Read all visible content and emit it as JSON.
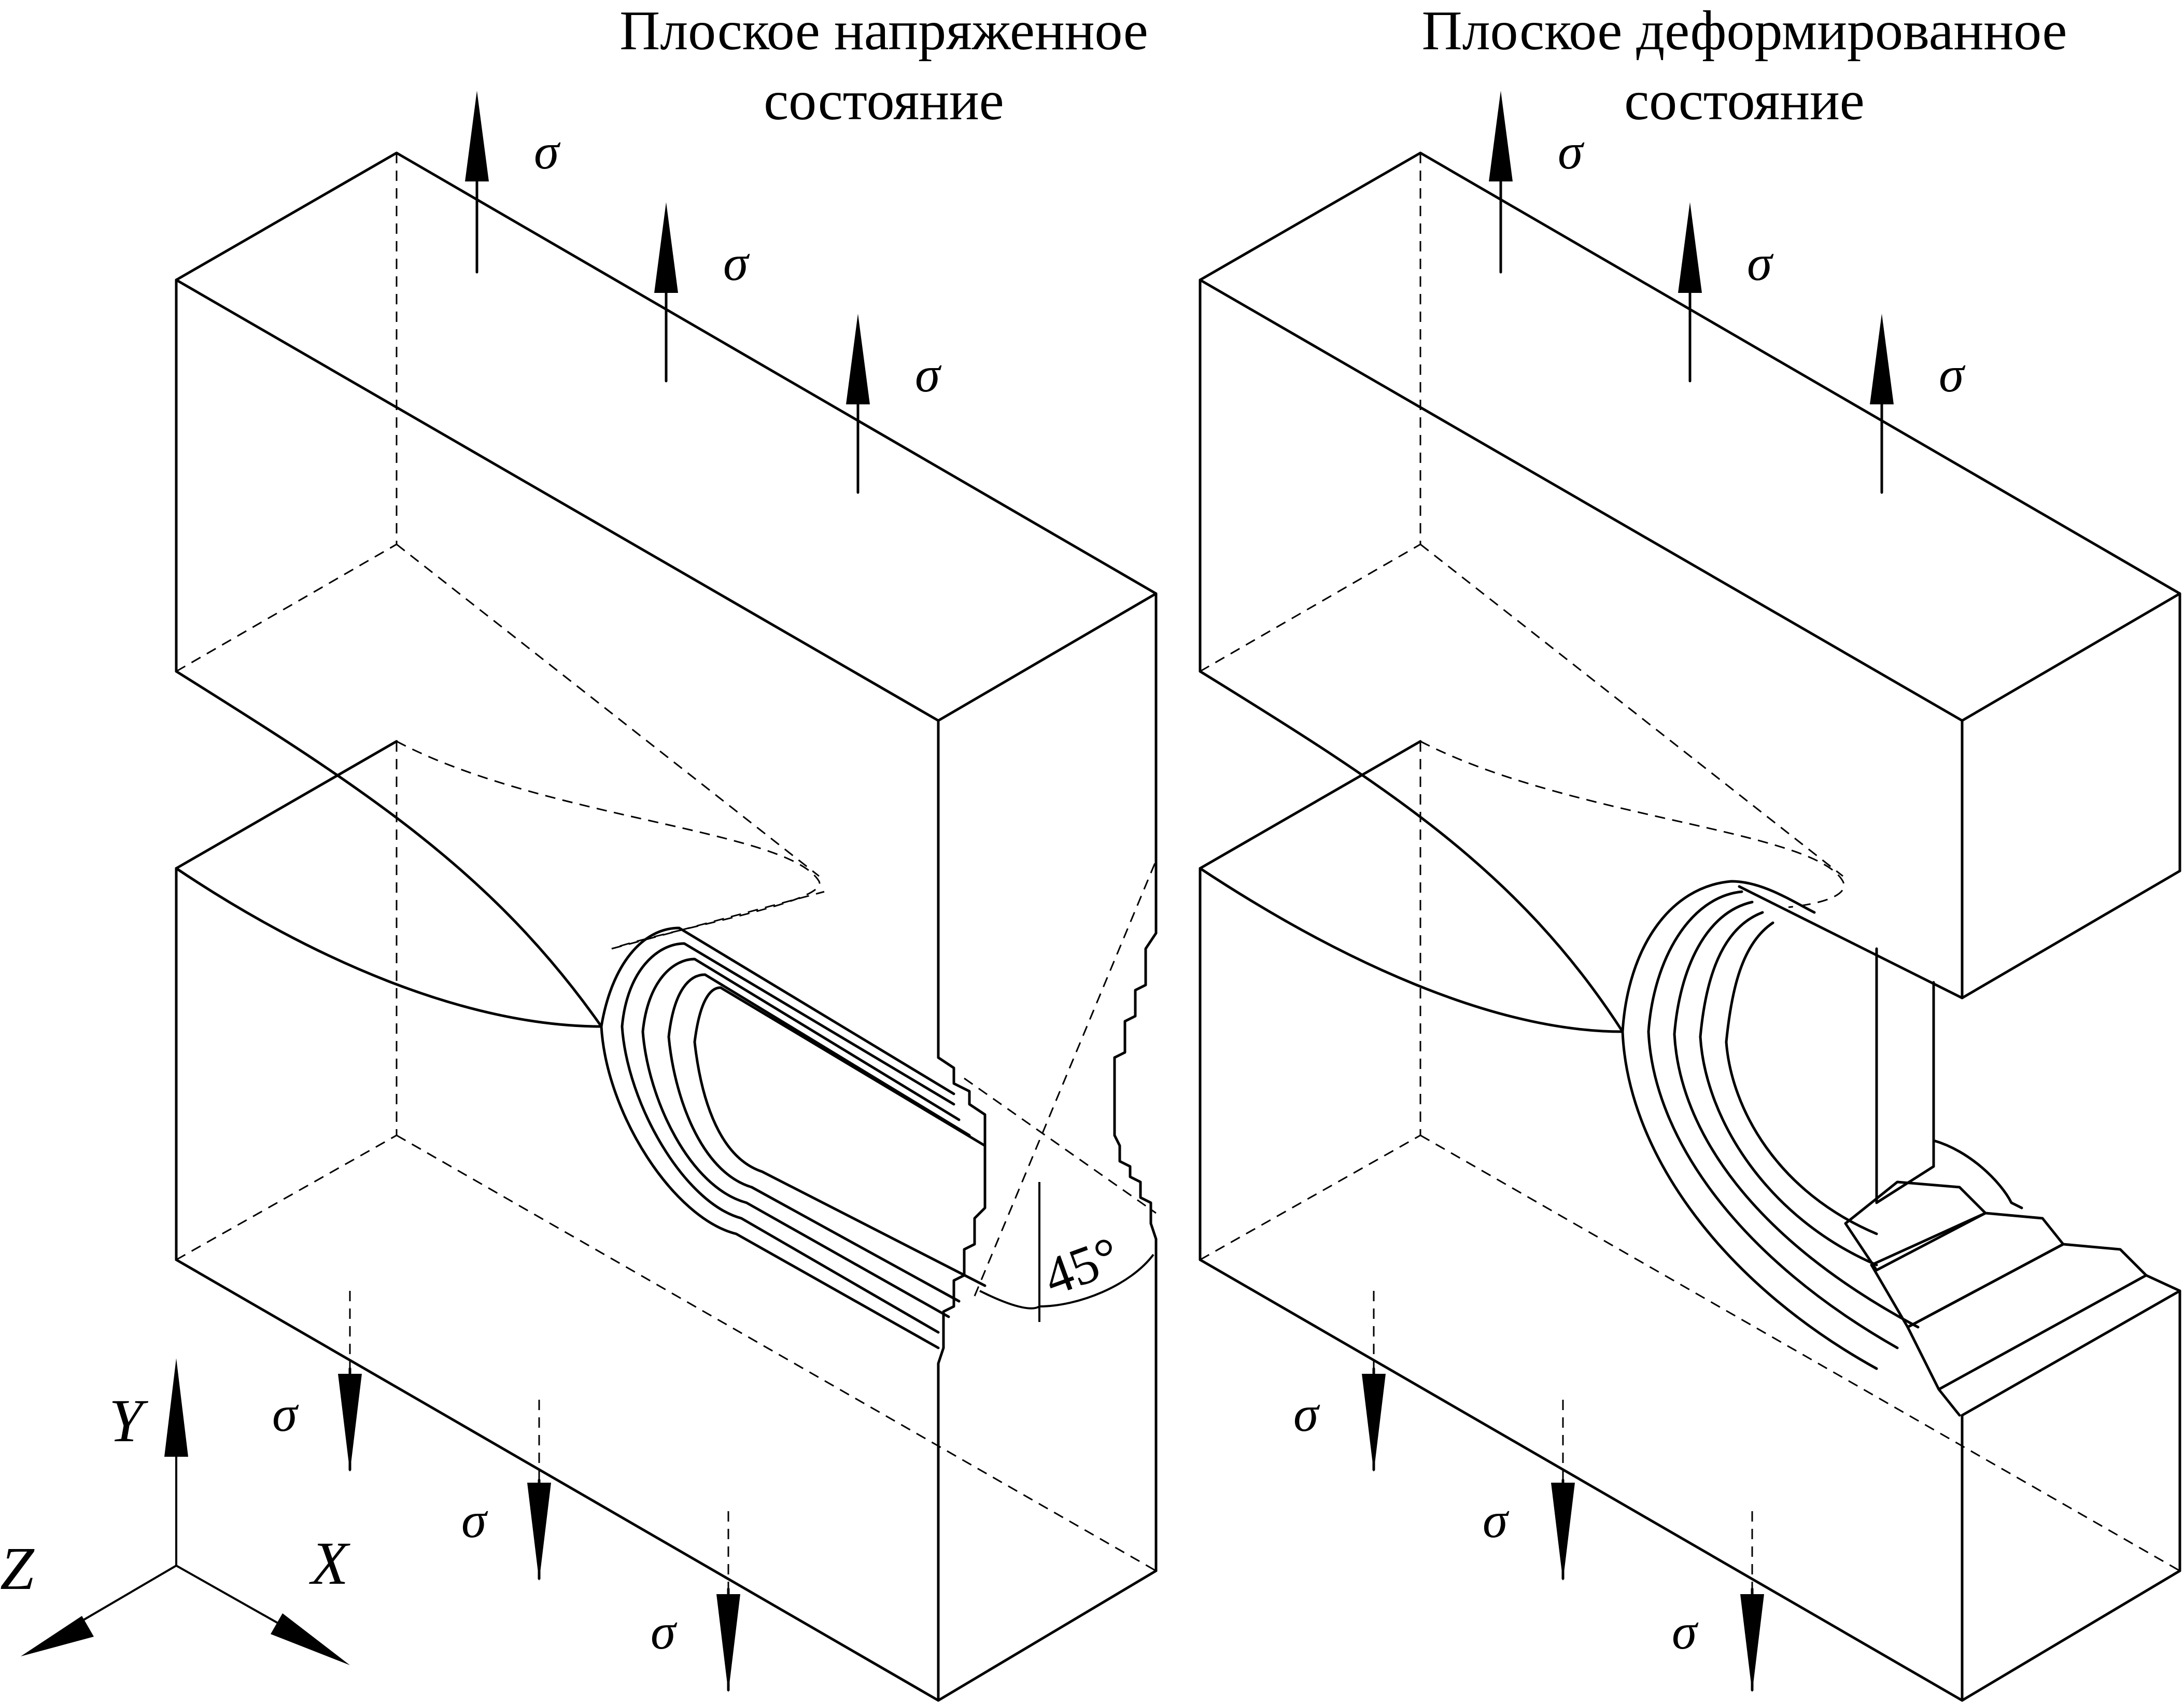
{
  "panels": [
    {
      "title_line1": "Плоское напряженное",
      "title_line2": "состояние",
      "stress_symbol": "σ",
      "angle_label": "45°"
    },
    {
      "title_line1": "Плоское деформированное",
      "title_line2": "состояние",
      "stress_symbol": "σ"
    }
  ],
  "axes": {
    "y": "Y",
    "x": "X",
    "z": "Z"
  },
  "colors": {
    "line": "#000000",
    "background": "#ffffff"
  }
}
